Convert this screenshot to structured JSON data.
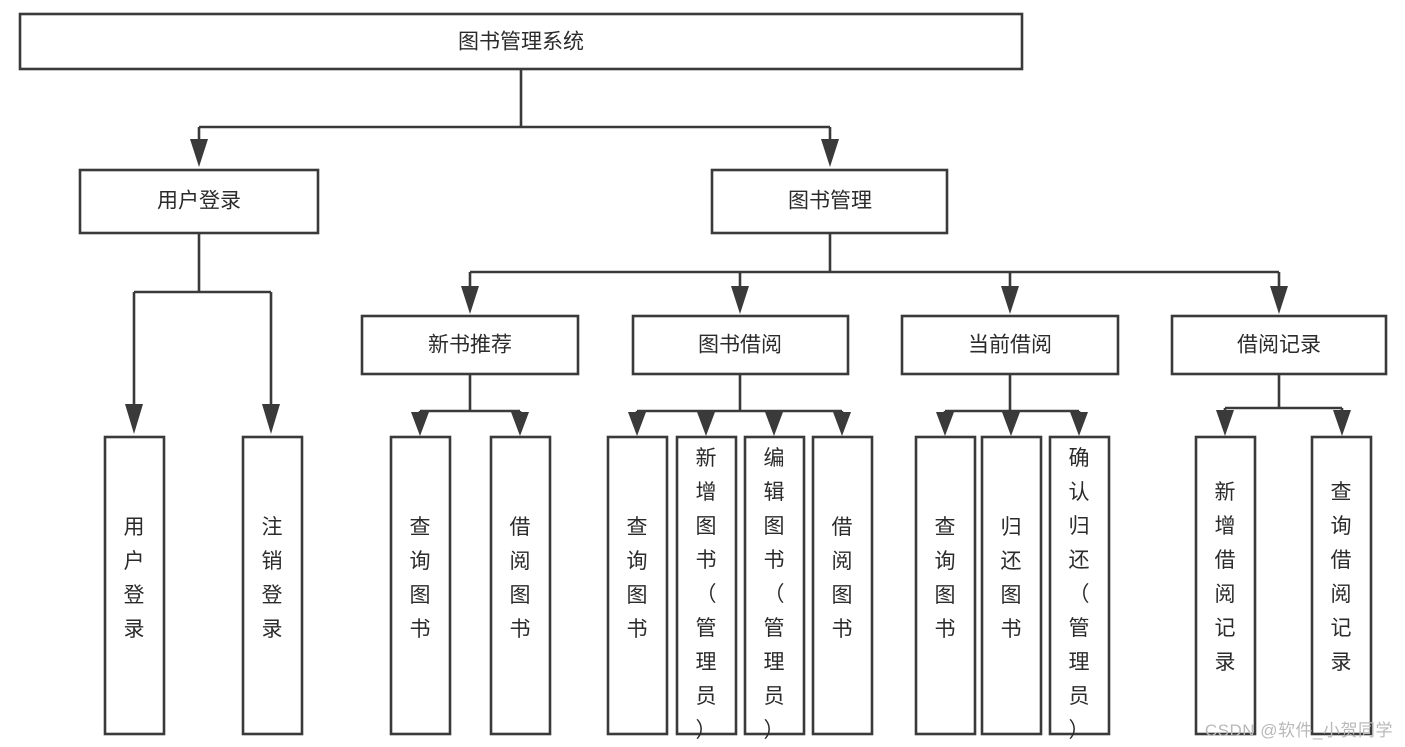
{
  "diagram": {
    "title": "图书管理系统",
    "type": "tree-hierarchy",
    "watermark": "CSDN @软件_小贺同学",
    "colors": {
      "stroke": "#3a3a3a",
      "fill": "#ffffff",
      "text": "#2b2b2b",
      "watermark": "#b9b9b9"
    },
    "levels": {
      "root": {
        "label": "图书管理系统"
      },
      "level2": [
        {
          "label": "用户登录"
        },
        {
          "label": "图书管理"
        }
      ],
      "level3": [
        {
          "label": "新书推荐"
        },
        {
          "label": "图书借阅"
        },
        {
          "label": "当前借阅"
        },
        {
          "label": "借阅记录"
        }
      ]
    },
    "nodes": {
      "root": "图书管理系统",
      "user_login": "用户登录",
      "book_manage": "图书管理",
      "new_book_rec": "新书推荐",
      "book_borrow": "图书借阅",
      "current_borrow": "当前借阅",
      "borrow_record": "借阅记录",
      "leaf_user_login": "用户登录",
      "leaf_logout": "注销登录",
      "leaf_query_book_1": "查询图书",
      "leaf_borrow_book_1": "借阅图书",
      "leaf_query_book_2": "查询图书",
      "leaf_add_book_admin": "新增图书（管理员）",
      "leaf_edit_book_admin": "编辑图书（管理员）",
      "leaf_borrow_book_2": "借阅图书",
      "leaf_query_book_3": "查询图书",
      "leaf_return_book": "归还图书",
      "leaf_confirm_return_admin": "确认归还（管理员）",
      "leaf_add_record": "新增借阅记录",
      "leaf_query_record": "查询借阅记录"
    },
    "edges": [
      {
        "from": "图书管理系统",
        "to": "用户登录"
      },
      {
        "from": "图书管理系统",
        "to": "图书管理"
      },
      {
        "from": "用户登录",
        "to": "用户登录"
      },
      {
        "from": "用户登录",
        "to": "注销登录"
      },
      {
        "from": "图书管理",
        "to": "新书推荐"
      },
      {
        "from": "图书管理",
        "to": "图书借阅"
      },
      {
        "from": "图书管理",
        "to": "当前借阅"
      },
      {
        "from": "图书管理",
        "to": "借阅记录"
      },
      {
        "from": "新书推荐",
        "to": "查询图书"
      },
      {
        "from": "新书推荐",
        "to": "借阅图书"
      },
      {
        "from": "图书借阅",
        "to": "查询图书"
      },
      {
        "from": "图书借阅",
        "to": "新增图书（管理员）"
      },
      {
        "from": "图书借阅",
        "to": "编辑图书（管理员）"
      },
      {
        "from": "图书借阅",
        "to": "借阅图书"
      },
      {
        "from": "当前借阅",
        "to": "查询图书"
      },
      {
        "from": "当前借阅",
        "to": "归还图书"
      },
      {
        "from": "当前借阅",
        "to": "确认归还（管理员）"
      },
      {
        "from": "借阅记录",
        "to": "新增借阅记录"
      },
      {
        "from": "借阅记录",
        "to": "查询借阅记录"
      }
    ]
  }
}
